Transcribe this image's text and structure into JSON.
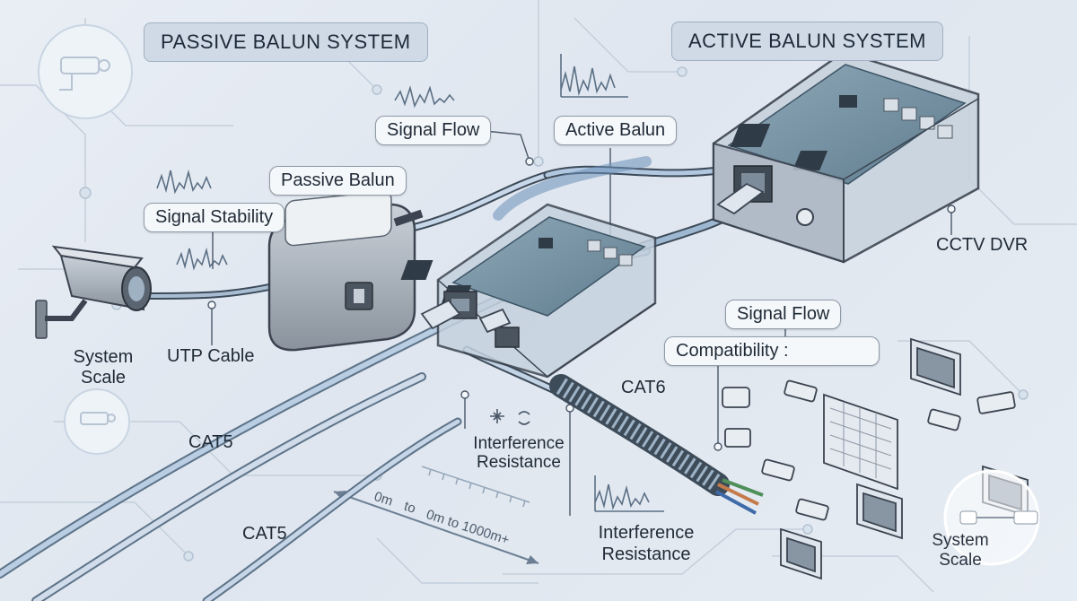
{
  "titles": {
    "passive": "PASSIVE BALUN SYSTEM",
    "active": "ACTIVE BALUN SYSTEM"
  },
  "labels": {
    "signal_flow_top": "Signal Flow",
    "active_balun": "Active Balun",
    "passive_balun": "Passive Balun",
    "signal_stability": "Signal Stability",
    "cctv_dvr": "CCTV DVR",
    "system_scale_left_1": "System",
    "system_scale_left_2": "Scale",
    "utp_cable": "UTP Cable",
    "signal_flow_right": "Signal Flow",
    "compatibility": "Compatibility :",
    "cat6": "CAT6",
    "cat5_mid": "CAT5",
    "cat5_bottom": "CAT5",
    "interference_mid_1": "Interference",
    "interference_mid_2": "Resistance",
    "interference_bottom_1": "Interference",
    "interference_bottom_2": "Resistance",
    "distance_0m": "0m",
    "distance_to": "to",
    "distance_range": "0m to 1000m+",
    "system_scale_right_1": "System",
    "system_scale_right_2": "Scale"
  },
  "colors": {
    "accent_blue": "#5f86b5",
    "cable_blue": "#8fb1d6",
    "device_gray": "#9aa3ad",
    "pcb_teal": "#6f8ea0",
    "outline": "#3b4450"
  }
}
